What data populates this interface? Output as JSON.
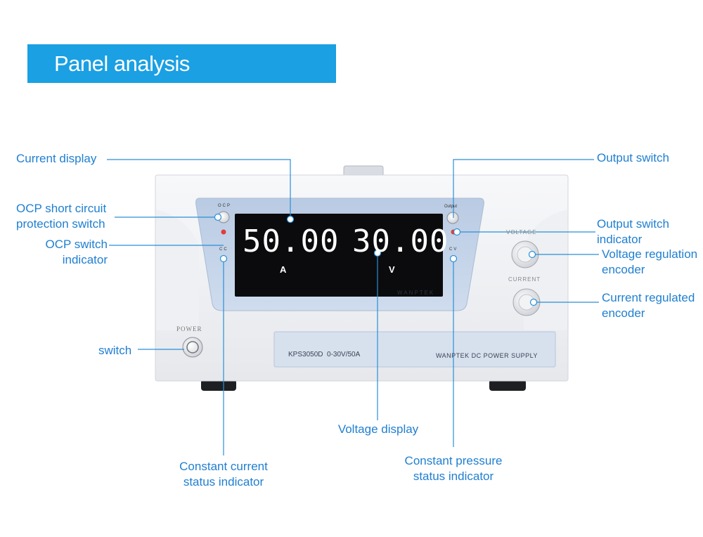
{
  "banner": {
    "title": "Panel analysis"
  },
  "device": {
    "ocp_label": "OCP",
    "cc_label": "CC",
    "output_label": "Output",
    "cv_label": "CV",
    "current_reading": "50.00",
    "current_unit": "A",
    "voltage_reading": "30.00",
    "voltage_unit": "V",
    "brand": "WANPTEK",
    "voltage_knob_label": "VOLTAGE",
    "current_knob_label": "CURRENT",
    "power_label": "POWER",
    "model": "KPS3050D  0-30V/50A",
    "product_name": "WANPTEK DC POWER SUPPLY"
  },
  "callouts": {
    "current_display": "Current display",
    "ocp_switch_1": "OCP short circuit",
    "ocp_switch_2": "protection switch",
    "ocp_indicator_1": "OCP switch",
    "ocp_indicator_2": "indicator",
    "switch": "switch",
    "cc_indicator_1": "Constant current",
    "cc_indicator_2": "status indicator",
    "voltage_display": "Voltage display",
    "cv_indicator_1": "Constant pressure",
    "cv_indicator_2": "status indicator",
    "output_switch": "Output switch",
    "output_indicator_1": "Output switch",
    "output_indicator_2": "indicator",
    "voltage_encoder_1": "Voltage regulation",
    "voltage_encoder_2": "encoder",
    "current_encoder_1": "Current regulated",
    "current_encoder_2": "encoder"
  },
  "colors": {
    "accent": "#1aa0e3",
    "callout_text": "#1f7fd1",
    "panel": "#c3d3e8",
    "display": "#0b0b0d"
  }
}
